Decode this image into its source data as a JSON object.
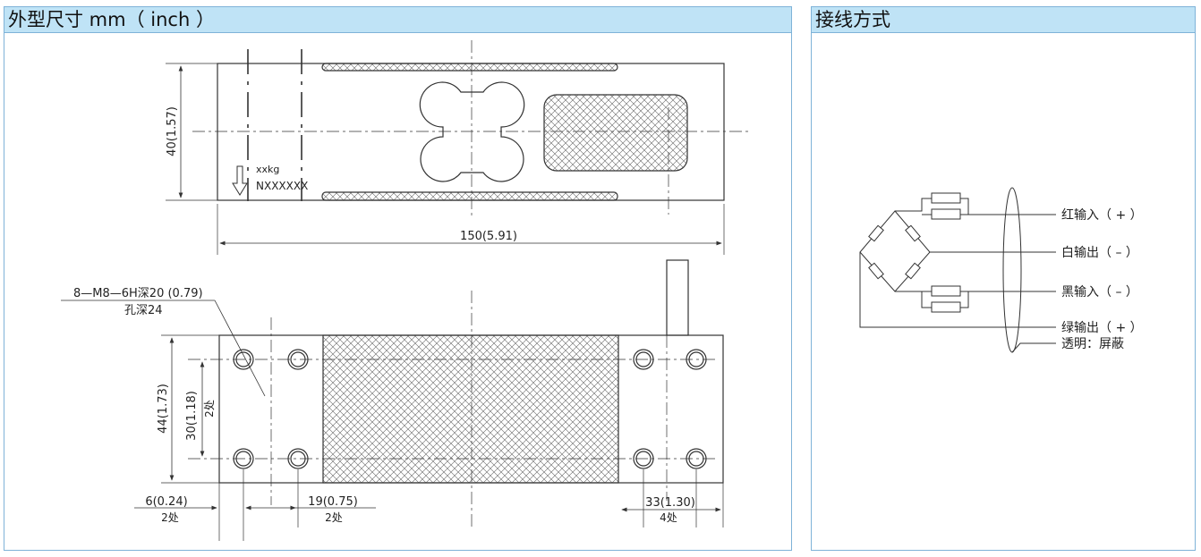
{
  "left_panel": {
    "title": "外型尺寸 mm（ inch ）",
    "top_view": {
      "height_dim": "40(1.57)",
      "width_dim": "150(5.91)",
      "capacity_text": "xxkg",
      "serial_text": "NXXXXXX"
    },
    "bottom_view": {
      "thread_callout": "8—M8—6H深20 (0.79)",
      "hole_depth": "孔深24",
      "height_dim": "44(1.73)",
      "hole_spacing": "30(1.18)",
      "hole_spacing_qty": "2处",
      "edge_dim": "6(0.24)",
      "edge_qty": "2处",
      "pitch_dim": "19(0.75)",
      "pitch_qty": "2处",
      "right_dim": "33(1.30)",
      "right_qty": "4处"
    }
  },
  "right_panel": {
    "title": "接线方式",
    "wires": [
      {
        "label": "红输入（ + ）"
      },
      {
        "label": "白输出（ – ）"
      },
      {
        "label": "黑输入（ – ）"
      },
      {
        "label": "绿输出（ + ）"
      },
      {
        "label": "透明：屏蔽"
      }
    ]
  },
  "colors": {
    "header_bg": "#bfe3f6",
    "border": "#7fb3d8",
    "line": "#333333"
  }
}
